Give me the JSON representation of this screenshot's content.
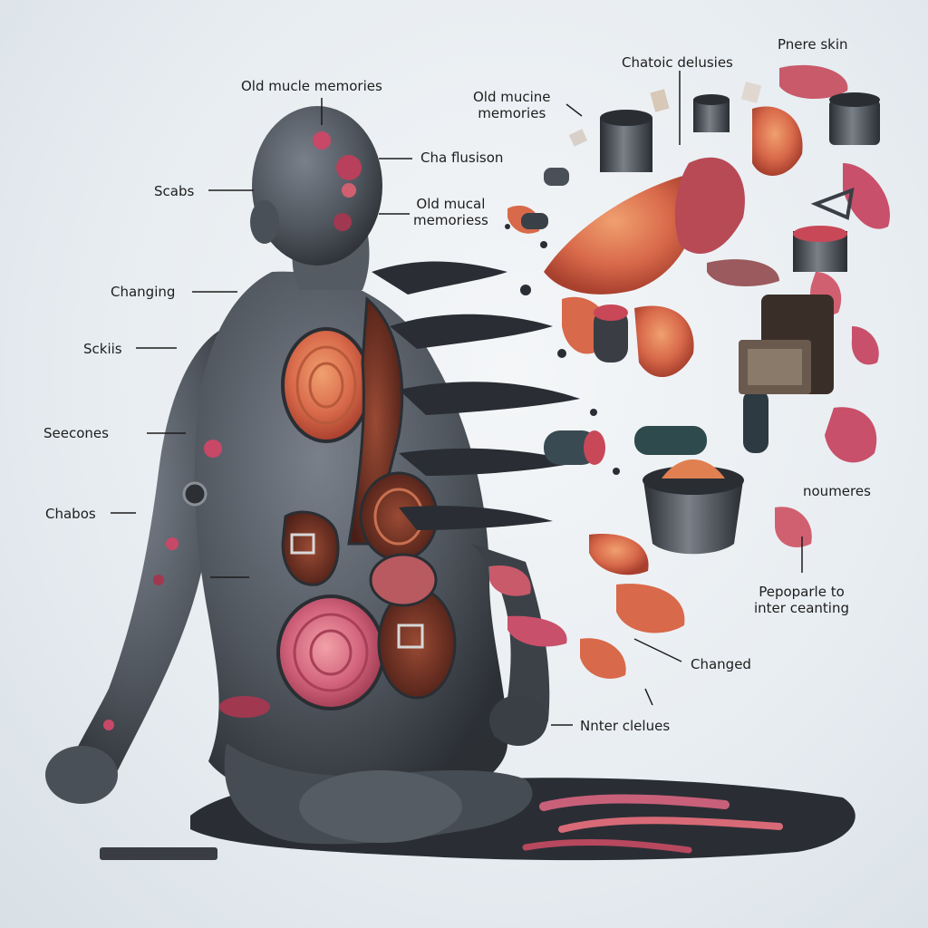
{
  "labels": {
    "old_muscle_memories_top": "Old mucle memories",
    "chaotic_delusies": "Chatoic delusies",
    "pnere_skin": "Pnere skin",
    "old_mucine_memories": "Old mucine\nmemories",
    "cha_flusison": "Cha flusison",
    "old_mucal_memoriess": "Old mucal\nmemoriess",
    "scabs": "Scabs",
    "changing": "Changing",
    "sckiis": "Sckiis",
    "seecones": "Seecones",
    "chabos": "Chabos",
    "noumeres": "noumeres",
    "pepoparle_to_inter_ceanting": "Pepoparle to\ninter ceanting",
    "changed": "Changed",
    "nnter_clelues": "Nnter clelues"
  },
  "colors": {
    "skin": "#5a6068",
    "skin_dark": "#2f3338",
    "flesh": "#d8694a",
    "flesh_pink": "#c8506a",
    "flesh_brown": "#8a3a2a",
    "metal": "#4a4f55",
    "background": "#e8edf1"
  }
}
